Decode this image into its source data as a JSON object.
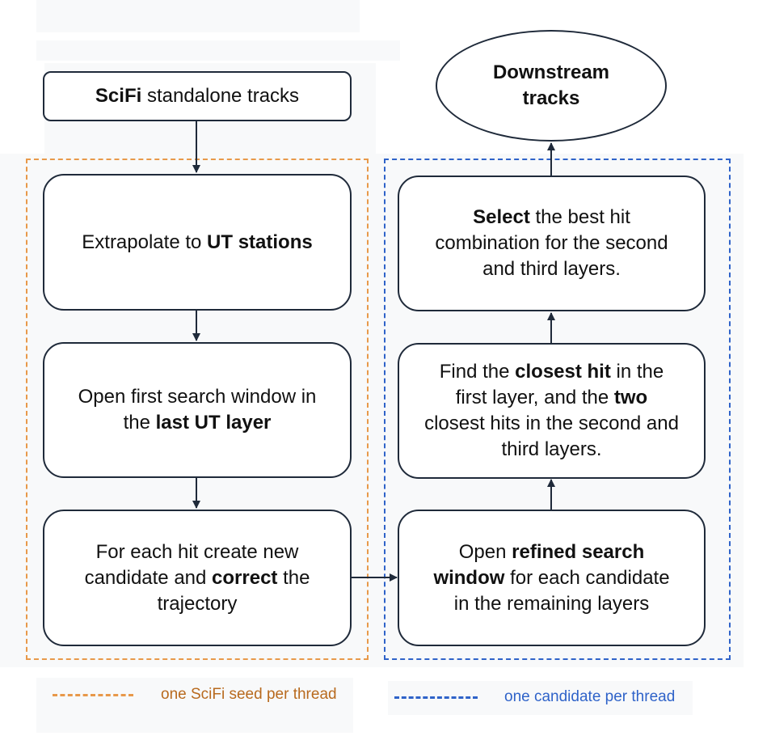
{
  "nodes": {
    "input": {
      "bold": "SciFi",
      "rest": " standalone tracks"
    },
    "extrapolate": {
      "pre": "Extrapolate to ",
      "bold": "UT stations"
    },
    "open_first": {
      "line1": "Open first search window in",
      "pre": "the ",
      "bold": "last UT layer"
    },
    "for_each": {
      "line1": "For each hit create new",
      "pre": "candidate and ",
      "bold": "correct",
      "post": " the",
      "line3": "trajectory"
    },
    "open_refined": {
      "pre": "Open ",
      "bold1": "refined search",
      "bold2": "window",
      "post2": " for each candidate",
      "line3": "in the remaining layers"
    },
    "find_closest": {
      "pre": "Find the ",
      "bold1": "closest hit",
      "post1": " in the",
      "pre2": "first layer, and the ",
      "bold2": "two",
      "line3": "closest hits in the second and",
      "line4": "third layers."
    },
    "select": {
      "bold": "Select",
      "post": " the best hit",
      "line2": "combination for the second",
      "line3": "and third layers."
    },
    "output": {
      "line1": "Downstream",
      "line2": "tracks"
    }
  },
  "legend": {
    "orange": {
      "text": "one SciFi seed per thread",
      "color": "#e8994a",
      "text_color": "#b86a1e"
    },
    "blue": {
      "text": "one candidate per thread",
      "color": "#2f63c9",
      "text_color": "#2f63c9"
    }
  },
  "colors": {
    "border": "#1f2a3a",
    "arrow": "#1f2a3a"
  }
}
